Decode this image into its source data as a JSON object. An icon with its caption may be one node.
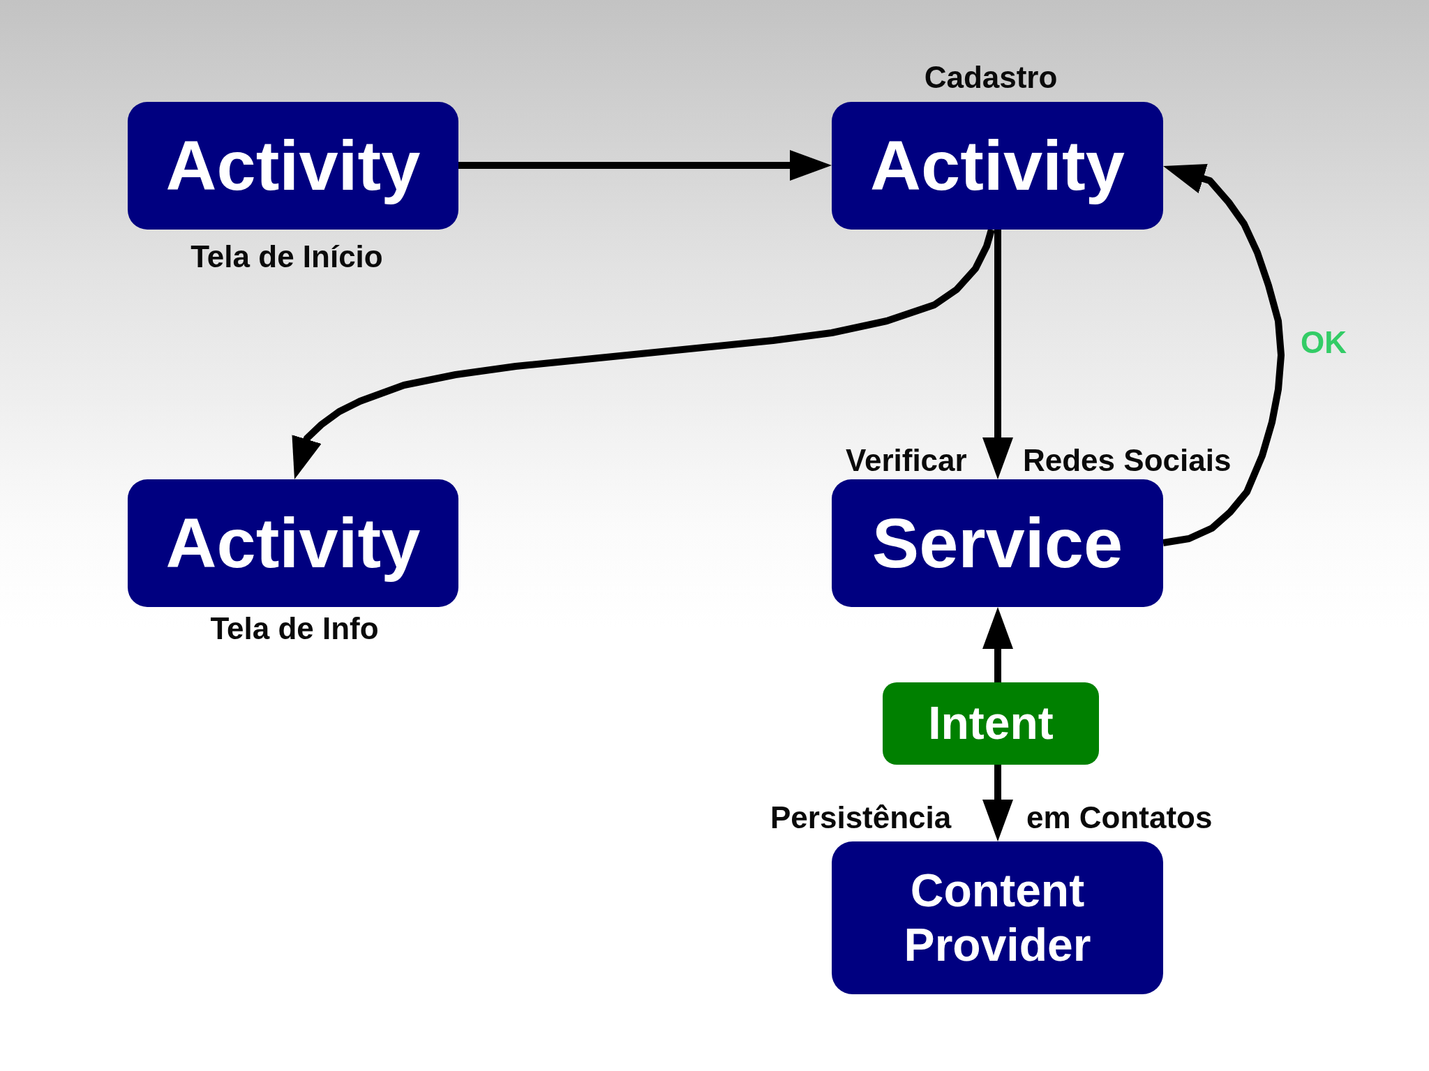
{
  "diagram": {
    "nodes": [
      {
        "text": [
          "Activity"
        ],
        "beside": [
          "Tela de Início"
        ]
      },
      {
        "text": [
          "Activity"
        ],
        "beside": [
          "Cadastro"
        ]
      },
      {
        "text": [
          "Activity"
        ],
        "beside": [
          "Tela de Info"
        ]
      },
      {
        "text": [
          "Service"
        ]
      },
      {
        "text": [
          "Intent"
        ]
      },
      {
        "text": [
          "Content Provider"
        ]
      }
    ],
    "edges": [
      {
        "from": 0,
        "to": 1,
        "arrow": "to"
      },
      {
        "from": 1,
        "to": 2,
        "arrow": "to"
      },
      {
        "from": 1,
        "to": 3,
        "arrow": "to"
      },
      {
        "from": 3,
        "to": 1,
        "arrow": "to",
        "label": "OK"
      },
      {
        "from": 4,
        "to": 3,
        "arrow": "to"
      },
      {
        "from": 4,
        "to": 5,
        "arrow": "to"
      }
    ],
    "labels": [
      "Verificar",
      "Redes Sociais",
      "Persistência",
      "em Contatos"
    ]
  }
}
